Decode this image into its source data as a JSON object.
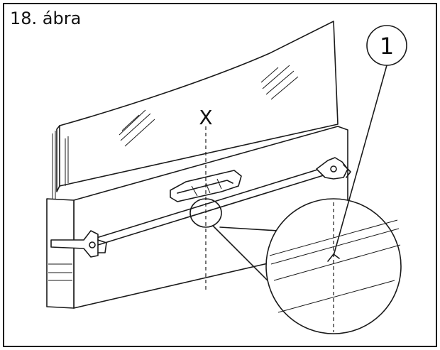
{
  "figure": {
    "label": "18. ábra",
    "axis_marker": "X",
    "callout_number": "1"
  },
  "colors": {
    "line": "#1a1a1a",
    "background": "#ffffff"
  }
}
